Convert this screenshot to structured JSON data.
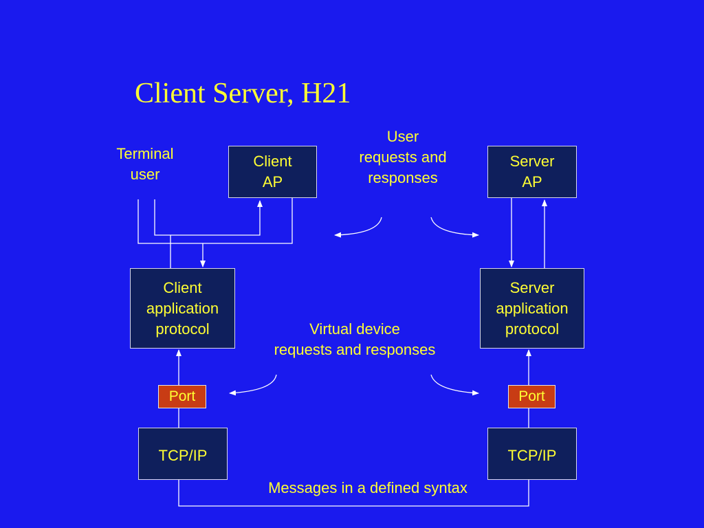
{
  "slide": {
    "title": "Client Server, H21"
  },
  "labels": {
    "terminal_user": "Terminal\nuser",
    "user_requests": "User\nrequests and\nresponses",
    "virtual_device": "Virtual device\nrequests and responses",
    "messages": "Messages in a defined syntax"
  },
  "boxes": {
    "client_ap": "Client\nAP",
    "server_ap": "Server\nAP",
    "client_protocol": "Client\napplication\nprotocol",
    "server_protocol": "Server\napplication\nprotocol",
    "client_port": "Port",
    "server_port": "Port",
    "client_tcpip": "TCP/IP",
    "server_tcpip": "TCP/IP"
  },
  "colors": {
    "background": "#1a1aee",
    "text": "#ffff33",
    "box_fill": "#0f1f5c",
    "port_fill": "#c83c14",
    "line": "#ffffff"
  }
}
